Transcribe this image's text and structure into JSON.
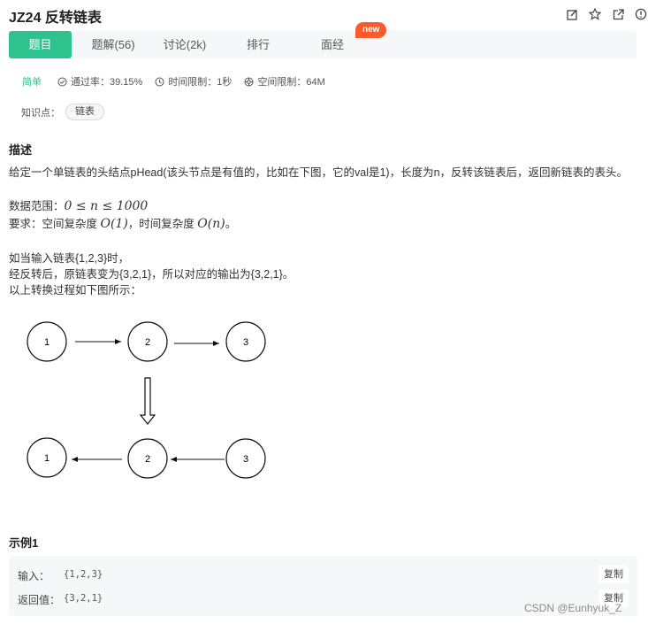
{
  "problem": {
    "title": "JZ24  反转链表"
  },
  "tabs": [
    {
      "label": "题目"
    },
    {
      "label": "题解(56)"
    },
    {
      "label": "讨论(2k)"
    },
    {
      "label": "排行"
    },
    {
      "label": "面经"
    }
  ],
  "badge": "new",
  "meta": {
    "difficulty": "简单",
    "pass_rate": "通过率：39.15%",
    "time_limit": "时间限制：1秒",
    "space_limit": "空间限制：64M"
  },
  "tags": {
    "label": "知识点：",
    "items": [
      "链表"
    ]
  },
  "description": {
    "heading": "描述",
    "line1": "给定一个单链表的头结点pHead(该头节点是有值的，比如在下图，它的val是1)，长度为n，反转该链表后，返回新链表的表头。",
    "range_label": "数据范围：",
    "range_math": "0 ≤ n ≤ 1000",
    "req_label": "要求：空间复杂度 ",
    "req_space": "O(1)",
    "req_mid": "，时间复杂度 ",
    "req_time": "O(n)",
    "req_end": "。",
    "line_a": "如当输入链表{1,2,3}时，",
    "line_b": "经反转后，原链表变为{3,2,1}，所以对应的输出为{3,2,1}。",
    "line_c": "以上转换过程如下图所示："
  },
  "diagram": {
    "top_nodes": [
      "1",
      "2",
      "3"
    ],
    "bottom_nodes": [
      "1",
      "2",
      "3"
    ]
  },
  "example": {
    "heading": "示例1",
    "input_label": "输入：",
    "input_value": "{1,2,3}",
    "output_label": "返回值：",
    "output_value": "{3,2,1}",
    "copy_label": "复制"
  },
  "watermark": "CSDN @Eunhyuk_Z",
  "colors": {
    "accent": "#2ec28e",
    "badge": "#fb5b2a"
  }
}
